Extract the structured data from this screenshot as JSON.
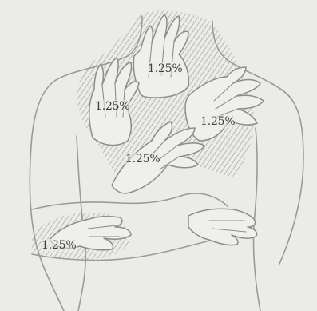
{
  "figure": {
    "body_outline": "torso",
    "line_color": "#9a9a9a",
    "hatch_color": "#8f8f8f",
    "background_color": "#ebebe8",
    "regions": [
      {
        "name": "neck-hand-area",
        "label": "1.25%"
      },
      {
        "name": "right-chest-hand-area",
        "label": "1.25%"
      },
      {
        "name": "left-chest-hand-area",
        "label": "1.25%"
      },
      {
        "name": "center-chest-hand-area",
        "label": "1.25%"
      },
      {
        "name": "forearm-hand-area",
        "label": "1.25%"
      }
    ]
  }
}
